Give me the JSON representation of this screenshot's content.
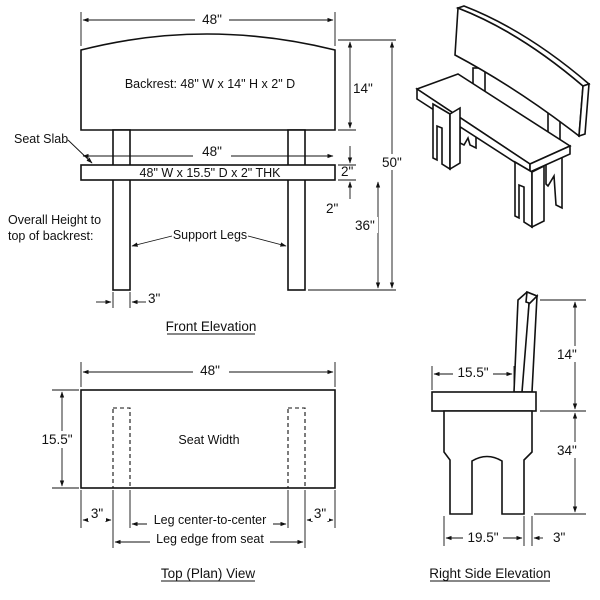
{
  "front_elevation": {
    "title": "Front Elevation",
    "top_width": "48\"",
    "backrest_label": "Backrest: 48\" W x 14\" H x 2\" D",
    "backrest_height": "14\"",
    "overall_height_dim": "50\"",
    "seat_slab_label": "Seat Slab",
    "seat_width": "48\"",
    "seat_spec": "48\" W x 15.5\" D x 2\" THK",
    "seat_thickness": "2\"",
    "seat_thickness_below": "2\"",
    "seat_height": "36\"",
    "overall_height_label_1": "Overall Height to",
    "overall_height_label_2": "top of backrest:",
    "support_legs_label": "Support Legs",
    "leg_width": "3\""
  },
  "top_view": {
    "title": "Top (Plan) View",
    "width": "48\"",
    "depth": "15.5\"",
    "center_label": "Seat Width",
    "left_offset": "3\"",
    "right_offset": "3\"",
    "leg_center_label": "Leg center-to-center",
    "leg_edge_label": "Leg edge from seat"
  },
  "side_elevation": {
    "title": "Right Side Elevation",
    "seat_depth": "15.5\"",
    "backrest_height": "14\"",
    "seat_height": "34\"",
    "base_depth": "19.5\"",
    "leg_width": "3\""
  }
}
